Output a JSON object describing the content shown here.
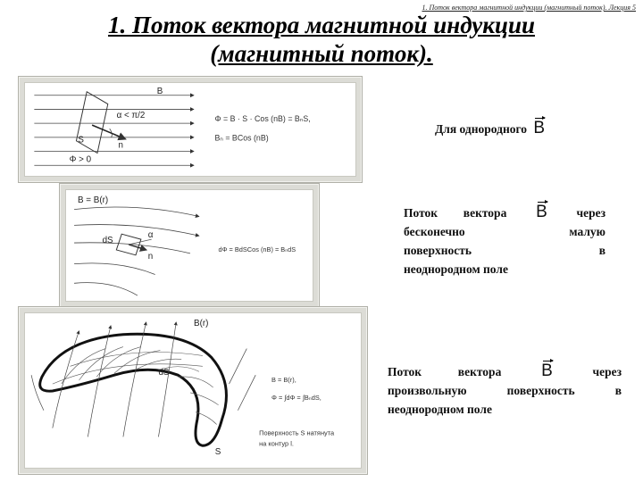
{
  "header_note": "1. Поток вектора магнитной индукции (магнитный поток). Лекция 5",
  "title": {
    "line1": "1. Поток вектора магнитной индукции",
    "line2": "(магнитный поток)."
  },
  "panels": [
    {
      "formula1": "Φ = B · S · Cos (nB) = BₙS,",
      "formula2": "Bₙ = BCos (nB)",
      "labels": {
        "B": "B",
        "alpha": "α < π/2",
        "S": "S",
        "n": "n",
        "phi": "Φ > 0"
      }
    },
    {
      "formula1": "dΦ = BdSCos (nB) = BₙdS",
      "labels": {
        "B": "B = B(r)",
        "dS": "dS",
        "alpha": "α",
        "n": "n"
      }
    },
    {
      "formula1": "B = B(r),",
      "formula2": "Φ = ∫dΦ = ∫BₙdS,",
      "caption1": "Поверхность S натянута",
      "caption2": "на контур l.",
      "labels": {
        "B": "B(r)",
        "dS": "dS",
        "S": "S"
      }
    }
  ],
  "right_texts": {
    "t1": "Для однородного",
    "t2_words_line1": [
      "Поток",
      "вектора"
    ],
    "t2_after": "через",
    "t2_line2": [
      "бесконечно",
      "малую"
    ],
    "t2_line3": [
      "поверхность",
      "в"
    ],
    "t2_line4": "неоднородном поле",
    "t3_line1": [
      "Поток",
      "вектора"
    ],
    "t3_after": "через",
    "t3_line2": "произвольную поверхность в",
    "t3_line3": "неоднородном поле",
    "vector_symbol": "B"
  }
}
